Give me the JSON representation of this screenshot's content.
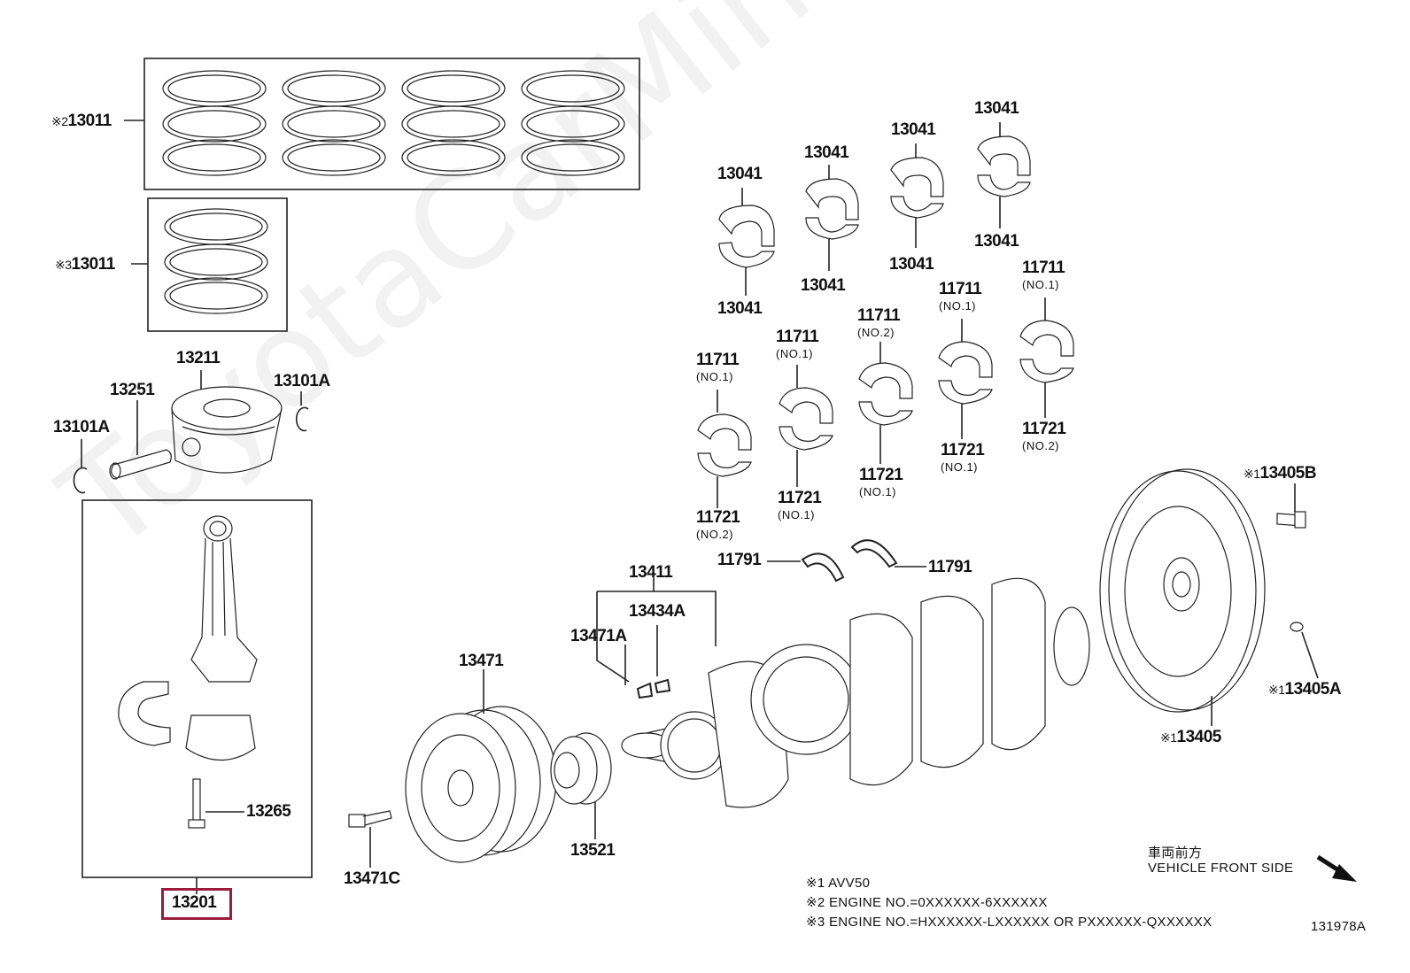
{
  "watermark": "ToyotaCarMine.ru",
  "selected_part": "13201",
  "labels": {
    "rings_std": {
      "mark": "※2",
      "code": "13011"
    },
    "rings_alt": {
      "mark": "※3",
      "code": "13011"
    },
    "piston": "13211",
    "pin": "13251",
    "snap_ring_left": "13101A",
    "snap_ring_right": "13101A",
    "conrod_assy": "13201",
    "conrod_bolt": "13265",
    "cb_a1": "13041",
    "cb_a2": "13041",
    "cb_b1": "13041",
    "cb_b2": "13041",
    "cb_c1": "13041",
    "cb_c2": "13041",
    "cb_d1": "13041",
    "cb_d2": "13041",
    "mb_up_1": {
      "code": "11711",
      "sub": "(NO.1)"
    },
    "mb_up_2": {
      "code": "11711",
      "sub": "(NO.1)"
    },
    "mb_up_3": {
      "code": "11711",
      "sub": "(NO.2)"
    },
    "mb_up_4": {
      "code": "11711",
      "sub": "(NO.1)"
    },
    "mb_up_5": {
      "code": "11711",
      "sub": "(NO.1)"
    },
    "mb_lo_1": {
      "code": "11721",
      "sub": "(NO.2)"
    },
    "mb_lo_2": {
      "code": "11721",
      "sub": "(NO.1)"
    },
    "mb_lo_3": {
      "code": "11721",
      "sub": "(NO.1)"
    },
    "mb_lo_4": {
      "code": "11721",
      "sub": "(NO.1)"
    },
    "mb_lo_5": {
      "code": "11721",
      "sub": "(NO.2)"
    },
    "thrust_left": "11791",
    "thrust_right": "11791",
    "crankshaft": "13411",
    "key_a": "13434A",
    "key_b": "13471A",
    "pulley": "13471",
    "pulley_bolt": "13471C",
    "timing_gear": "13521",
    "flywheel": {
      "mark": "※1",
      "code": "13405"
    },
    "flywheel_bolt": {
      "mark": "※1",
      "code": "13405B"
    },
    "flywheel_pin": {
      "mark": "※1",
      "code": "13405A"
    }
  },
  "direction": {
    "jp": "車両前方",
    "en": "VEHICLE FRONT SIDE"
  },
  "notes": [
    "※1 AVV50",
    "※2 ENGINE NO.=0XXXXXX-6XXXXXX",
    "※3 ENGINE NO.=HXXXXXX-LXXXXXX OR PXXXXXX-QXXXXXX"
  ],
  "figure_id": "131978A",
  "colors": {
    "line": "#222222",
    "highlight": "#9b1b3c"
  }
}
